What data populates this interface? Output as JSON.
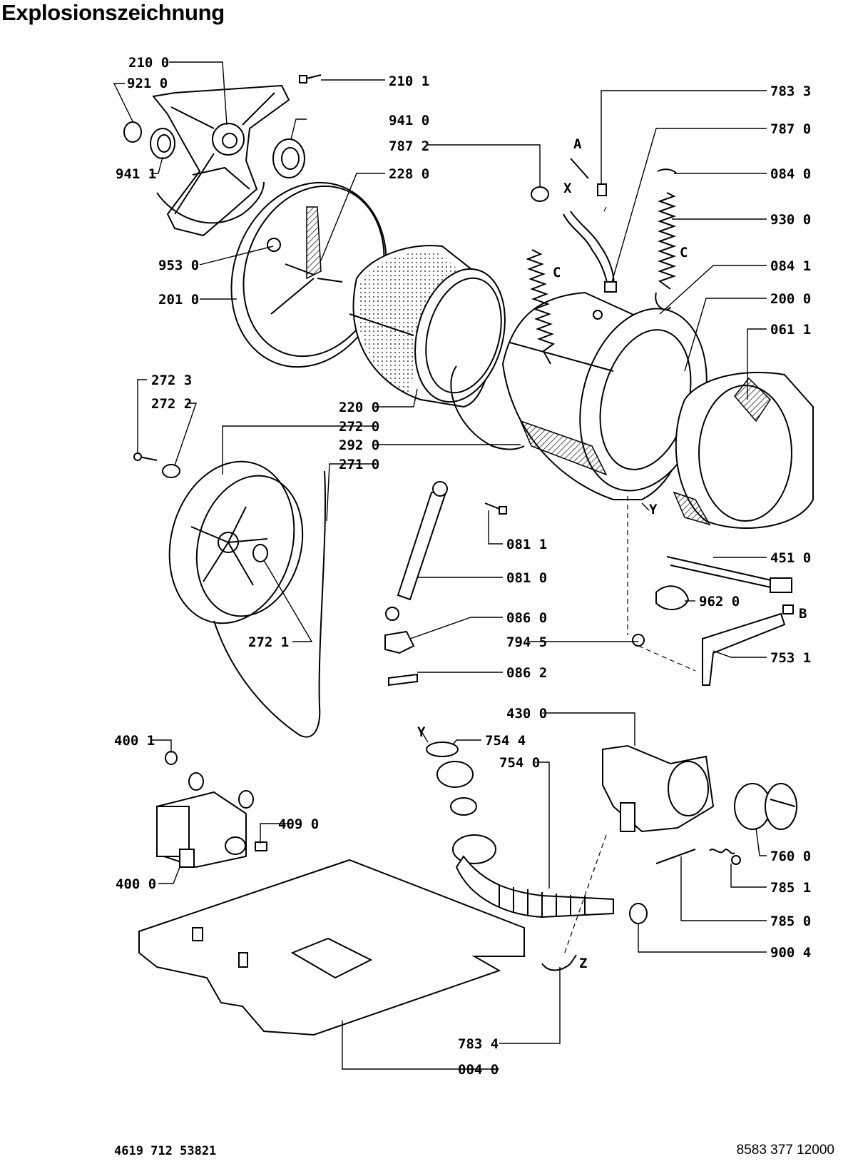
{
  "title": "Explosionszeichnung",
  "footer": {
    "left": "4619 712 53821",
    "right": "8583 377 12000"
  },
  "labels": {
    "l2100": "210 0",
    "l9210": "921 0",
    "l2101": "210 1",
    "l9410": "941 0",
    "l7872": "787 2",
    "l9411": "941 1",
    "l2280": "228 0",
    "l7833": "783 3",
    "l7870": "787 0",
    "l0840": "084 0",
    "l9300": "930 0",
    "l0841": "084 1",
    "l2000": "200 0",
    "l0611": "061 1",
    "l9530": "953 0",
    "l2010": "201 0",
    "l2723": "272 3",
    "l2722": "272 2",
    "l2200": "220 0",
    "l2720": "272 0",
    "l2920": "292 0",
    "l2710": "271 0",
    "l2721": "272 1",
    "l0811": "081 1",
    "l0810": "081 0",
    "l0860": "086 0",
    "l7945": "794 5",
    "l0862": "086 2",
    "l4510": "451 0",
    "l9620": "962 0",
    "l7531": "753 1",
    "l4300": "430 0",
    "l7544": "754 4",
    "l7540": "754 0",
    "l4001": "400 1",
    "l4090": "409 0",
    "l4000": "400 0",
    "l7600": "760 0",
    "l7851": "785 1",
    "l7850": "785 0",
    "l9004": "900 4",
    "l7834": "783 4",
    "l0040": "004 0",
    "lA": "A",
    "lX": "X",
    "lC1": "C",
    "lC2": "C",
    "lY1": "Y",
    "lY2": "Y",
    "lB": "B",
    "lZ": "Z"
  }
}
